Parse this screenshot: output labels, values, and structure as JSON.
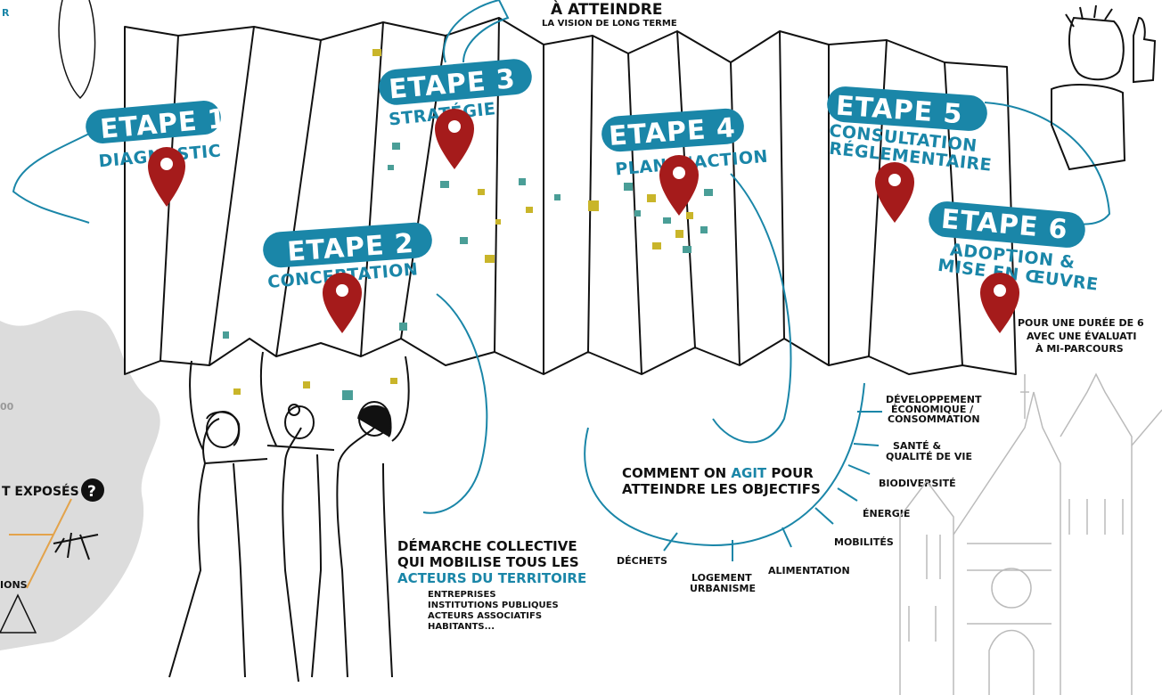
{
  "top_heading": "À ATTEINDRE",
  "top_subheading": "LA VISION DE LONG TERME",
  "steps": [
    {
      "title": "ETAPE 1",
      "subtitle": [
        "DIAGNOSTIC"
      ]
    },
    {
      "title": "ETAPE 2",
      "subtitle": [
        "CONCERTATION"
      ]
    },
    {
      "title": "ETAPE 3",
      "subtitle": [
        "STRATÉGIE"
      ]
    },
    {
      "title": "ETAPE 4",
      "subtitle": [
        "PLAN D'ACTION"
      ]
    },
    {
      "title": "ETAPE 5",
      "subtitle": [
        "CONSULTATION",
        "RÉGLEMENTAIRE"
      ]
    },
    {
      "title": "ETAPE 6",
      "subtitle": [
        "ADOPTION &",
        "MISE EN ŒUVRE"
      ]
    }
  ],
  "duration_note": [
    "POUR UNE DURÉE DE 6",
    "AVEC UNE ÉVALUATI",
    "À MI-PARCOURS"
  ],
  "collective": {
    "line1": "DÉMARCHE COLLECTIVE",
    "line2": "QUI MOBILISE TOUS LES",
    "line3": "ACTEURS DU TERRITOIRE",
    "bullets": [
      "ENTREPRISES",
      "INSTITUTIONS PUBLIQUES",
      "ACTEURS ASSOCIATIFS",
      "HABITANTS..."
    ]
  },
  "action": {
    "line1_a": "COMMENT ON ",
    "line1_b": "AGIT",
    "line1_c": " POUR",
    "line2": "ATTEINDRE LES OBJECTIFS"
  },
  "sectors": [
    "DÉCHETS",
    "LOGEMENT",
    "URBANISME",
    "ALIMENTATION",
    "MOBILITÉS",
    "ÉNERGIE",
    "BIODIVERSITÉ",
    "SANTÉ &",
    "QUALITÉ DE VIE",
    "DÉVELOPPEMENT",
    "ÉCONOMIQUE /",
    "CONSOMMATION"
  ],
  "left_fragments": {
    "exposed": "T EXPOSÉS",
    "question": "?",
    "ions": "IONS",
    "r": "R",
    "oo": "00"
  },
  "colors": {
    "teal": "#1a86a8",
    "pin": "#a51b1b",
    "confetti_teal": "#4a9e97",
    "confetti_yellow": "#c9b52a",
    "gray_map": "#dcdcdc"
  }
}
